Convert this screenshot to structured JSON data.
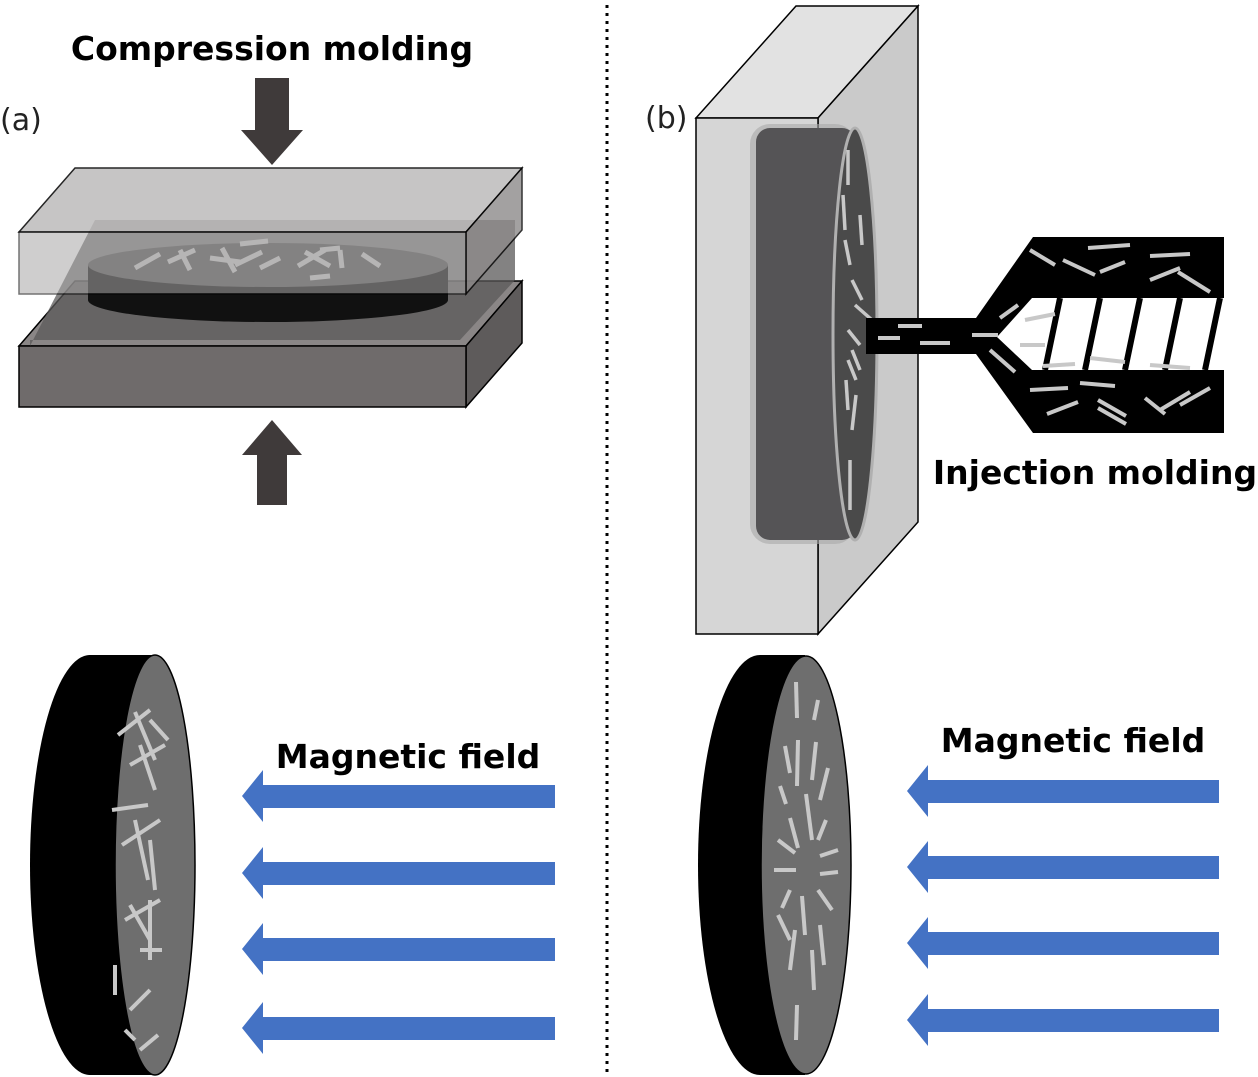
{
  "figure": {
    "panel_a": {
      "label": "(a)",
      "process_title": "Compression molding",
      "field_label": "Magnetic field",
      "field_arrow_count": 4,
      "fiber_orientation": "random"
    },
    "panel_b": {
      "label": "(b)",
      "process_title": "Injection molding",
      "field_label": "Magnetic field",
      "field_arrow_count": 4,
      "fiber_orientation": "radial"
    },
    "colors": {
      "field_arrow": "#4472c4",
      "press_arrow": "#3f3a3a",
      "fiber": "#c8c8c8",
      "disk_face": "#6e6e6e",
      "disk_side": "#000000",
      "mold_light": "#d4d4d4",
      "mold_dark": "#6f6b6b"
    }
  }
}
